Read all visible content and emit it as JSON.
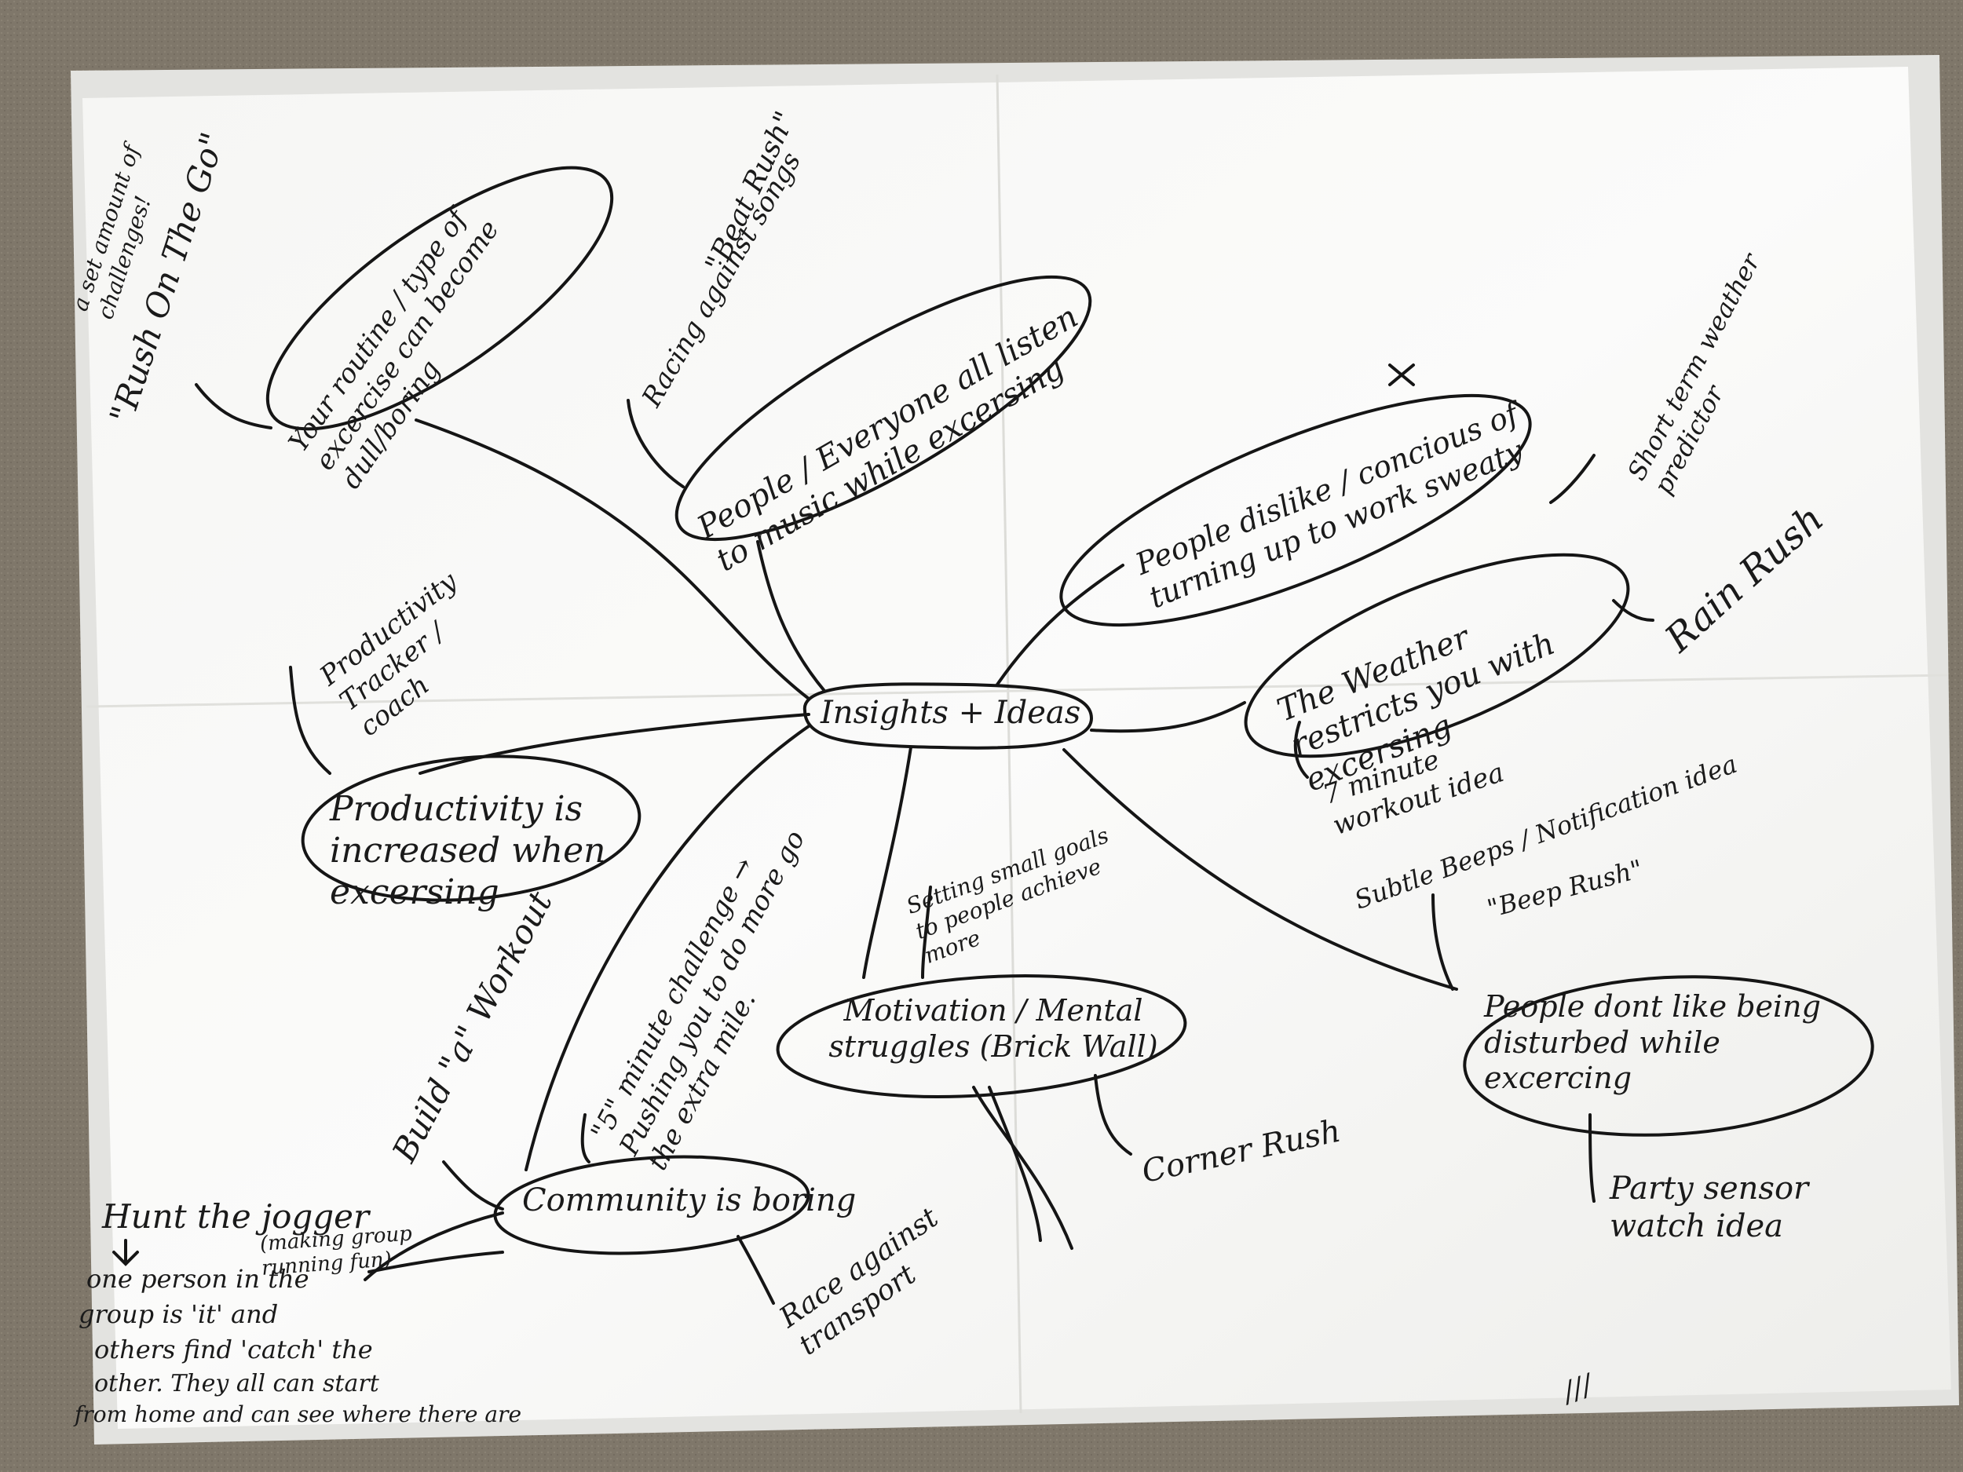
{
  "diagram": {
    "center": "Insights + Ideas",
    "nodes": {
      "routine": "Your routine / type of excercise can become dull/boring",
      "music": "People / Everyone all listen to music while excersing",
      "sweaty": "People dislike / concious of turning up to work sweaty",
      "weather": "The Weather restricts you with excersing",
      "disturbed": "People dont like being disturbed while excercing",
      "motivation": "Motivation / Mental struggles (Brick Wall)",
      "community": "Community is boring",
      "productivity": "Productivity is increased when excersing"
    },
    "annotations": {
      "rush_on_the_go": "\"Rush On The Go\"",
      "set_amount": "a set amount of challenges!",
      "beat_rush": "\"Beat Rush\"",
      "racing_songs": "Racing against songs",
      "x_mark": "x",
      "short_term_weather": "Short term weather predictor",
      "rain_rush": "Rain Rush",
      "seven_minute": "7 minute workout idea",
      "subtle_beep": "Subtle Beeps / Notification idea",
      "beep_rush": "\"Beep Rush\"",
      "party_sensor": "Party sensor watch idea",
      "setting_goals": "Setting small goals to people achieve more",
      "corner_rush": "Corner Rush",
      "five_minute": "\"5\" minute challenge → Pushing you to do more go the extra mile.",
      "build_workout": "Build \"a\" Workout",
      "race_transport": "Race against transport",
      "productivity_tracker": "Productivity Tracker / coach",
      "hunt_jogger": "Hunt the jogger",
      "making_group": "(making group running fun)",
      "hunt_desc_1": "one person in the",
      "hunt_desc_2": "group is 'it' and",
      "hunt_desc_3": "others find 'catch' the",
      "hunt_desc_4": "other. They all can start",
      "hunt_desc_5": "from home and can see where there are",
      "tally": "///"
    }
  }
}
